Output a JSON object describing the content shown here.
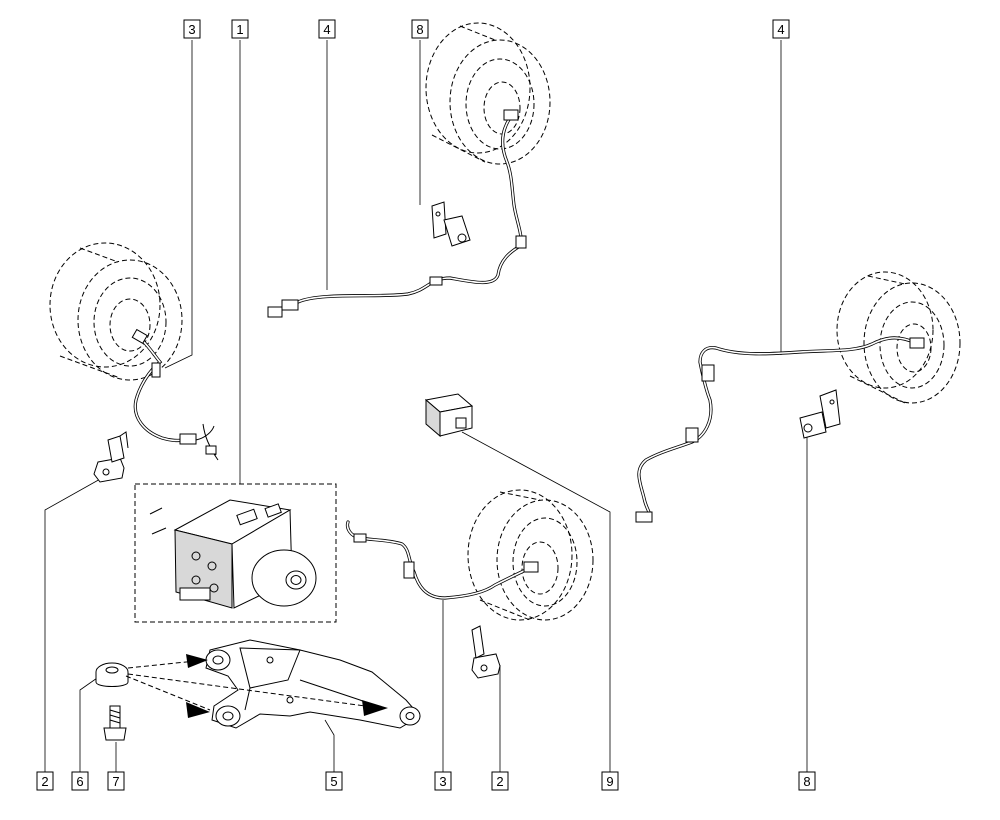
{
  "callouts": [
    {
      "id": "c-top-3",
      "label": "3"
    },
    {
      "id": "c-top-1",
      "label": "1"
    },
    {
      "id": "c-top-4a",
      "label": "4"
    },
    {
      "id": "c-top-8",
      "label": "8"
    },
    {
      "id": "c-top-4b",
      "label": "4"
    },
    {
      "id": "c-bot-2a",
      "label": "2"
    },
    {
      "id": "c-bot-6",
      "label": "6"
    },
    {
      "id": "c-bot-7",
      "label": "7"
    },
    {
      "id": "c-bot-5",
      "label": "5"
    },
    {
      "id": "c-bot-3",
      "label": "3"
    },
    {
      "id": "c-bot-2b",
      "label": "2"
    },
    {
      "id": "c-bot-9",
      "label": "9"
    },
    {
      "id": "c-bot-8",
      "label": "8"
    }
  ]
}
